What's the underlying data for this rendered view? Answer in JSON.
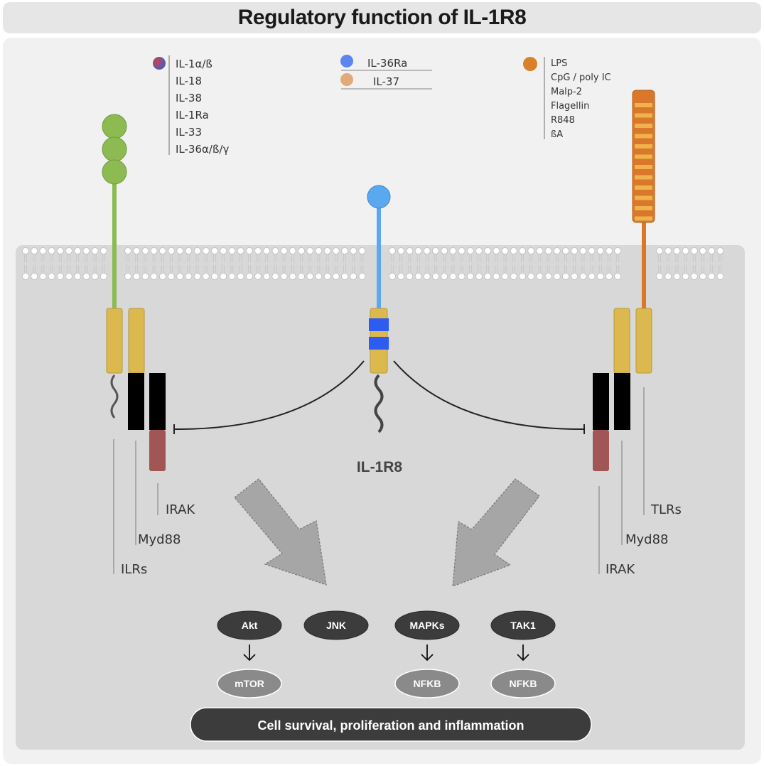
{
  "title": "Regulatory function of IL-1R8",
  "legend_left": [
    "IL-1α/ß",
    "IL-18",
    "IL-38",
    "IL-1Ra",
    "IL-33",
    "IL-36α/ß/γ"
  ],
  "legend_center": [
    "IL-36Ra",
    "IL-37"
  ],
  "legend_right": [
    "LPS",
    "CpG / poly IC",
    "Malp-2",
    "Flagellin",
    "R848",
    "ßA"
  ],
  "receptor_labels": {
    "left": [
      "IRAK",
      "Myd88",
      "ILRs"
    ],
    "center": "IL-1R8",
    "right": [
      "TLRs",
      "Myd88",
      "IRAK"
    ]
  },
  "nodes": {
    "akt": "Akt",
    "jnk": "JNK",
    "mapks": "MAPKs",
    "tak1": "TAK1",
    "mtor": "mTOR",
    "nfkb1": "NFKB",
    "nfkb2": "NFKB"
  },
  "outcome": "Cell survival, proliferation and inflammation",
  "colors": {
    "ilr_green": "#8dbb52",
    "il1r8_blue": "#5aa9f0",
    "tlr_orange": "#d9782a",
    "tir_yellow": "#dcb94e",
    "myd88_black": "#000000",
    "irak_red": "#a25555",
    "node_dark": "#3c3c3c",
    "node_light": "#8a8a8a"
  }
}
